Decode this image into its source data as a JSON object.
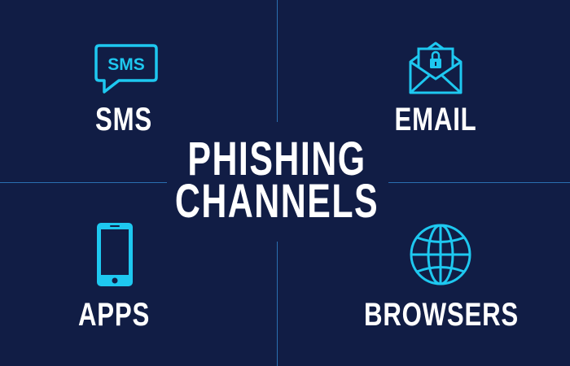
{
  "title": {
    "line1": "PHISHING",
    "line2": "CHANNELS"
  },
  "channels": [
    {
      "label": "SMS",
      "icon": "sms-bubble-icon",
      "icon_text": "SMS"
    },
    {
      "label": "EMAIL",
      "icon": "envelope-lock-icon"
    },
    {
      "label": "APPS",
      "icon": "smartphone-icon"
    },
    {
      "label": "BROWSERS",
      "icon": "globe-icon"
    }
  ],
  "colors": {
    "background": "#111d45",
    "accent": "#1ec8f0",
    "divider": "#2a6fb0",
    "text": "#ffffff"
  }
}
